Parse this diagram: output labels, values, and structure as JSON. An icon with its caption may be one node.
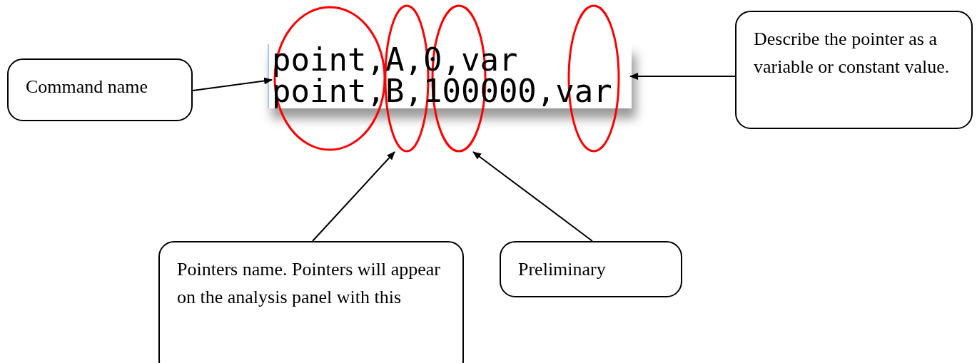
{
  "diagram": {
    "nodes": [
      {
        "text": [
          "Command name"
        ]
      },
      {
        "text": [
          "point,A,0,var",
          "point,B,100000,var"
        ]
      },
      {
        "text": [
          "Describe the pointer as a variable or constant value."
        ]
      },
      {
        "text": [
          "Pointers name. Pointers will appear on the analysis panel with this"
        ]
      },
      {
        "text": [
          "Preliminary"
        ]
      }
    ],
    "edges": [
      {
        "from": 0,
        "to": 1,
        "arrow": "to"
      },
      {
        "from": 2,
        "to": 1,
        "arrow": "to"
      },
      {
        "from": 3,
        "to": 1,
        "arrow": "to"
      },
      {
        "from": 4,
        "to": 1,
        "arrow": "to"
      }
    ]
  }
}
